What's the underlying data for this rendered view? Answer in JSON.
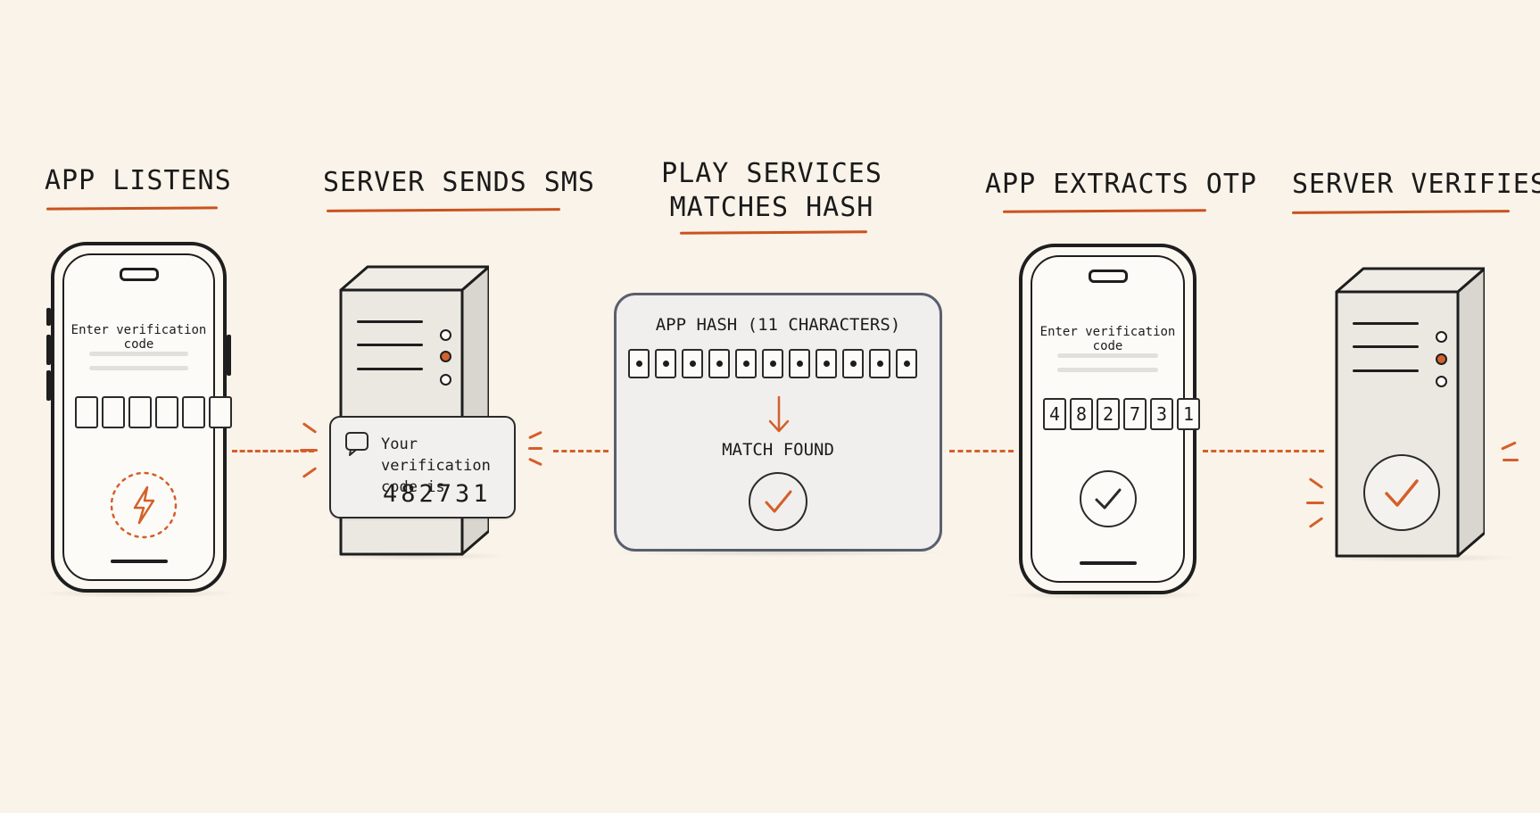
{
  "accent_color": "#d45f2a",
  "background_color": "#f9f3e9",
  "steps": [
    {
      "title": "APP LISTENS",
      "icon": "lightning-icon",
      "screen_label": "Enter verification code"
    },
    {
      "title": "SERVER SENDS SMS",
      "icon": "server-icon",
      "sms": {
        "line1": "Your verification",
        "line2": "code is",
        "code": "482731"
      }
    },
    {
      "title_line1": "PLAY SERVICES",
      "title_line2": "MATCHES HASH",
      "panel_title": "APP HASH (11 CHARACTERS)",
      "hash_length": 11,
      "result": "MATCH FOUND"
    },
    {
      "title": "APP EXTRACTS OTP",
      "screen_label": "Enter verification code",
      "code_digits": [
        "4",
        "8",
        "2",
        "7",
        "3",
        "1"
      ]
    },
    {
      "title": "SERVER VERIFIES",
      "icon": "check-icon"
    }
  ]
}
